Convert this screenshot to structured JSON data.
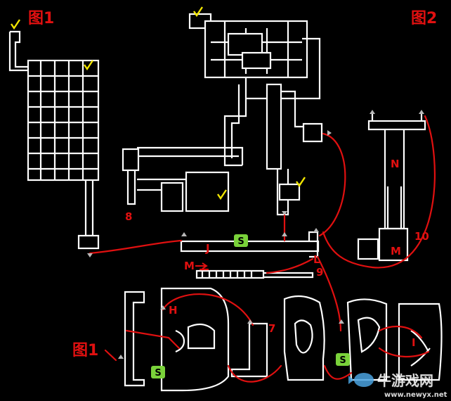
{
  "figure_labels": {
    "fig1_top": "图1",
    "fig2": "图2",
    "fig1_bottom": "图1"
  },
  "markers": {
    "n": "N",
    "m_room": "M",
    "ten": "10",
    "eight": "8",
    "j": "J",
    "l": "L",
    "m_arrow": "M",
    "nine": "9",
    "h": "H",
    "seven": "7",
    "i": "I"
  },
  "save_symbol": "S",
  "watermark": {
    "text": "牛游戏网",
    "url": "www.newyx.net"
  },
  "colors": {
    "background": "#000000",
    "wall": "#ffffff",
    "route": "#e01010",
    "check": "#f2e600",
    "save": "#7ad23a"
  }
}
